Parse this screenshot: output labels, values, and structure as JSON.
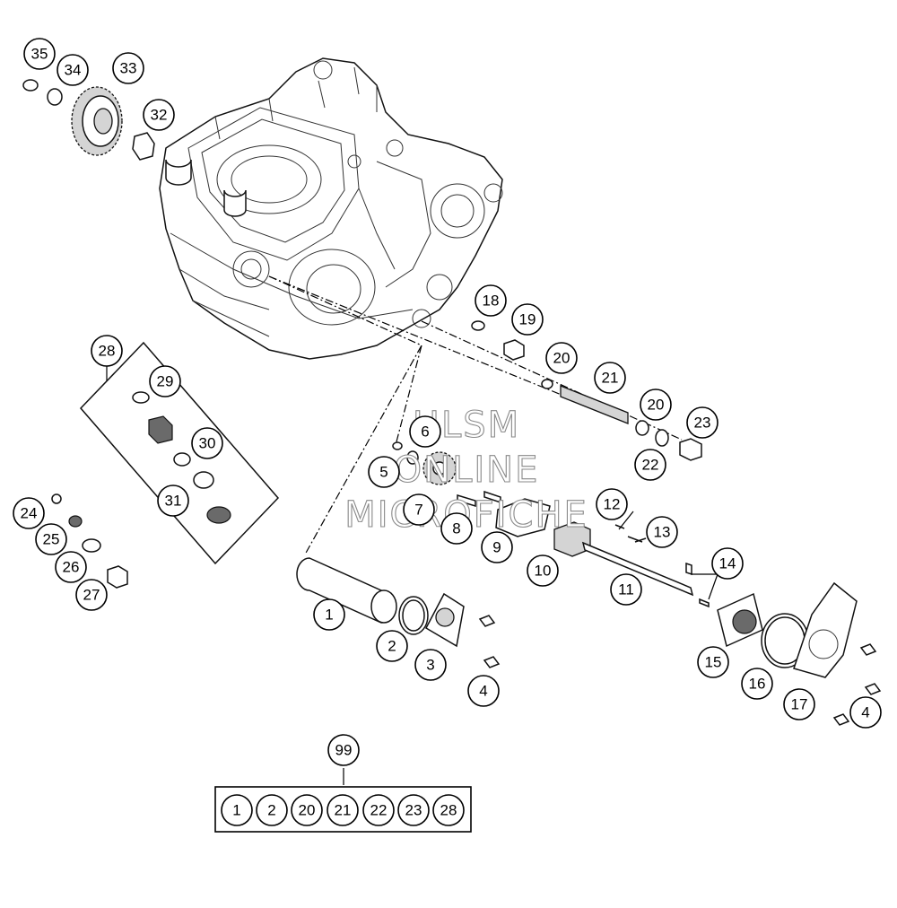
{
  "watermark": {
    "line1": "HLSM",
    "line2": "ONLINE",
    "line3": "MICROFICHE"
  },
  "callouts": [
    "1",
    "2",
    "3",
    "4",
    "4",
    "5",
    "6",
    "7",
    "8",
    "9",
    "10",
    "11",
    "12",
    "13",
    "14",
    "15",
    "16",
    "17",
    "18",
    "19",
    "20",
    "20",
    "21",
    "22",
    "23",
    "24",
    "25",
    "26",
    "27",
    "28",
    "29",
    "30",
    "31",
    "32",
    "33",
    "34",
    "35",
    "99"
  ],
  "kit_box": {
    "label": "99",
    "items": [
      "1",
      "2",
      "20",
      "21",
      "22",
      "23",
      "28"
    ]
  }
}
